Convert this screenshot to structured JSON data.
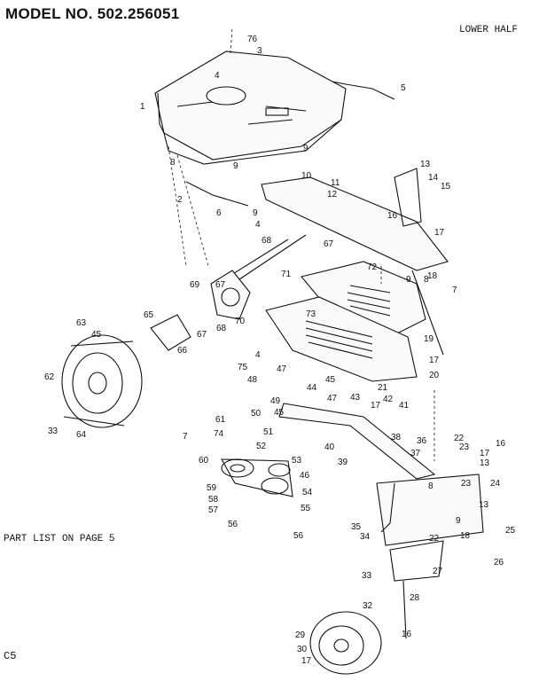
{
  "header": {
    "model": "MODEL NO. 502.256051",
    "section": "LOWER HALF"
  },
  "footer": {
    "part_list_note": "PART LIST ON PAGE 5",
    "page_code": "C5"
  },
  "callouts": [
    "1",
    "2",
    "3",
    "4",
    "4",
    "4",
    "5",
    "6",
    "7",
    "7",
    "8",
    "8",
    "8",
    "9",
    "9",
    "9",
    "9",
    "9",
    "10",
    "11",
    "12",
    "13",
    "13",
    "13",
    "14",
    "15",
    "16",
    "16",
    "16",
    "17",
    "17",
    "17",
    "17",
    "17",
    "18",
    "18",
    "19",
    "20",
    "21",
    "22",
    "22",
    "23",
    "23",
    "24",
    "25",
    "26",
    "27",
    "28",
    "29",
    "30",
    "32",
    "33",
    "33",
    "34",
    "35",
    "36",
    "37",
    "38",
    "39",
    "40",
    "41",
    "42",
    "43",
    "44",
    "45",
    "45",
    "45",
    "46",
    "47",
    "47",
    "48",
    "49",
    "50",
    "51",
    "52",
    "53",
    "54",
    "55",
    "56",
    "56",
    "57",
    "58",
    "59",
    "60",
    "61",
    "62",
    "63",
    "64",
    "65",
    "66",
    "67",
    "67",
    "67",
    "68",
    "68",
    "69",
    "70",
    "71",
    "72",
    "73",
    "74",
    "75",
    "76"
  ]
}
